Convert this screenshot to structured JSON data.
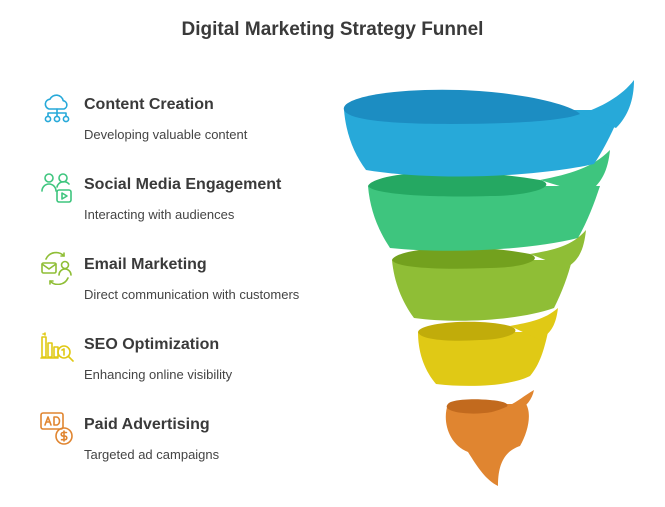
{
  "title": "Digital Marketing Strategy Funnel",
  "stages": [
    {
      "label": "Content Creation",
      "description": "Developing valuable content",
      "color": "#27A9D9",
      "icon": "cloud-network-icon"
    },
    {
      "label": "Social Media Engagement",
      "description": "Interacting with audiences",
      "color": "#3EC57E",
      "icon": "people-video-icon"
    },
    {
      "label": "Email Marketing",
      "description": "Direct communication with customers",
      "color": "#8FBE36",
      "icon": "envelope-person-icon"
    },
    {
      "label": "SEO Optimization",
      "description": "Enhancing online visibility",
      "color": "#E0C915",
      "icon": "chart-magnifier-icon"
    },
    {
      "label": "Paid Advertising",
      "description": "Targeted ad campaigns",
      "color": "#E08530",
      "icon": "ad-dollar-icon"
    }
  ]
}
